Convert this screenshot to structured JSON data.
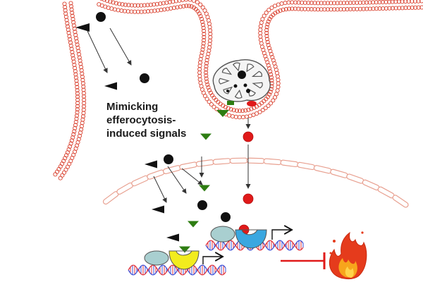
{
  "caption": {
    "line1": "Mimicking",
    "line2": "efferocytosis-",
    "line3": "induced signals"
  },
  "colors": {
    "membrane": "#d9412f",
    "nuclear_envelope": "#e8a090",
    "green_signal": "#2e7d12",
    "red_signal": "#e01a1a",
    "black_signal": "#111111",
    "teal_factor": "#a9cfd0",
    "yellow_factor": "#f2ec1e",
    "blue_factor": "#3aa7e0",
    "dna_red": "#e0303a",
    "dna_blue": "#3a4fd8",
    "inhibition": "#e01a1a",
    "flame_outer": "#e53b1c",
    "flame_inner": "#f7a51c"
  },
  "icons": [
    "apoptotic-cell-icon",
    "fire-icon",
    "inhibition-icon"
  ]
}
